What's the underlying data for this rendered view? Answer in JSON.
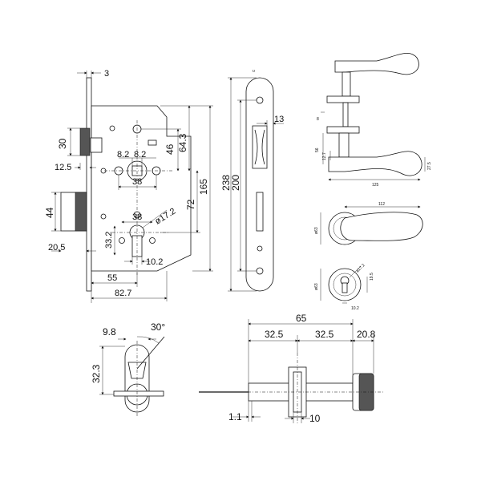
{
  "lock_body": {
    "faceplate_thickness": "3",
    "latch_height": "30",
    "latch_offset": "12.5",
    "deadbolt_height": "44",
    "deadbolt_offset": "20.5",
    "spindle_square_a": "8.2",
    "spindle_square_b": "8.2",
    "follower_offset": "46",
    "top_to_follower": "64.3",
    "follower_depth": "38",
    "body_height": "165",
    "center_distance": "72",
    "cylinder_hole_diameter": "ø17.2",
    "cylinder_width": "38",
    "cylinder_height": "33.2",
    "cylinder_slot": "10.2",
    "backset": "55",
    "body_depth": "82.7"
  },
  "faceplate": {
    "width": "13",
    "total_length": "238",
    "screw_pitch": "200"
  },
  "handle_side": {
    "dim_a": "8",
    "dim_b": "56",
    "dim_c": "12.7",
    "dim_d": "27.5",
    "lever_length": "125"
  },
  "handle_front": {
    "lever_projection": "112",
    "rose_diameter": "ø63"
  },
  "escutcheon": {
    "rose_diameter": "ø63",
    "hole_diameter": "ø17.2",
    "hole_height": "19.5",
    "slot_width": "10.2"
  },
  "cam": {
    "width": "9.8",
    "angle": "30°",
    "height": "32.3"
  },
  "cylinder": {
    "total_length": "65",
    "half_a": "32.5",
    "half_b": "32.5",
    "knob_length": "20.8",
    "offset": "1.1",
    "cam_width": "10"
  }
}
